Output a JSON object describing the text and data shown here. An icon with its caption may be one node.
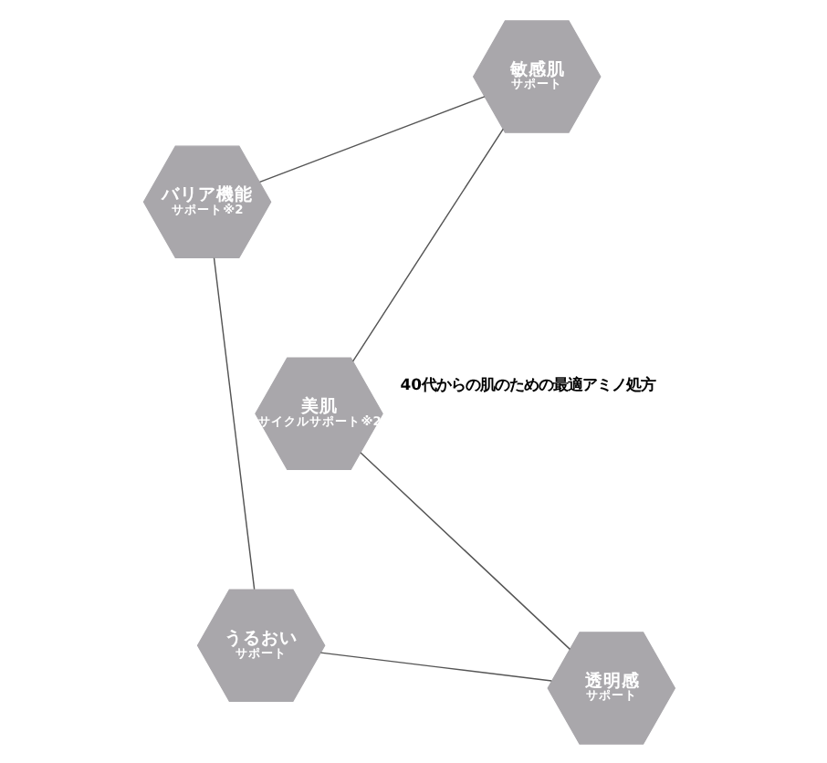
{
  "diagram": {
    "nodes": [
      {
        "text": [
          "美肌",
          "サイクルサポート※2"
        ]
      },
      {
        "text": [
          "透明感",
          "サポート"
        ]
      },
      {
        "text": [
          "うるおい",
          "サポート"
        ]
      },
      {
        "text": [
          "バリア機能",
          "サポート※2"
        ]
      },
      {
        "text": [
          "敏感肌",
          "サポート"
        ]
      }
    ],
    "edges": [
      {
        "from": 0,
        "to": 1,
        "arrow": "none"
      },
      {
        "from": 1,
        "to": 2,
        "arrow": "none"
      },
      {
        "from": 2,
        "to": 3,
        "arrow": "none"
      },
      {
        "from": 3,
        "to": 4,
        "arrow": "none"
      },
      {
        "from": 4,
        "to": 0,
        "arrow": "none"
      }
    ],
    "labels": [
      "40代からの肌のための最適アミノ処方"
    ]
  }
}
